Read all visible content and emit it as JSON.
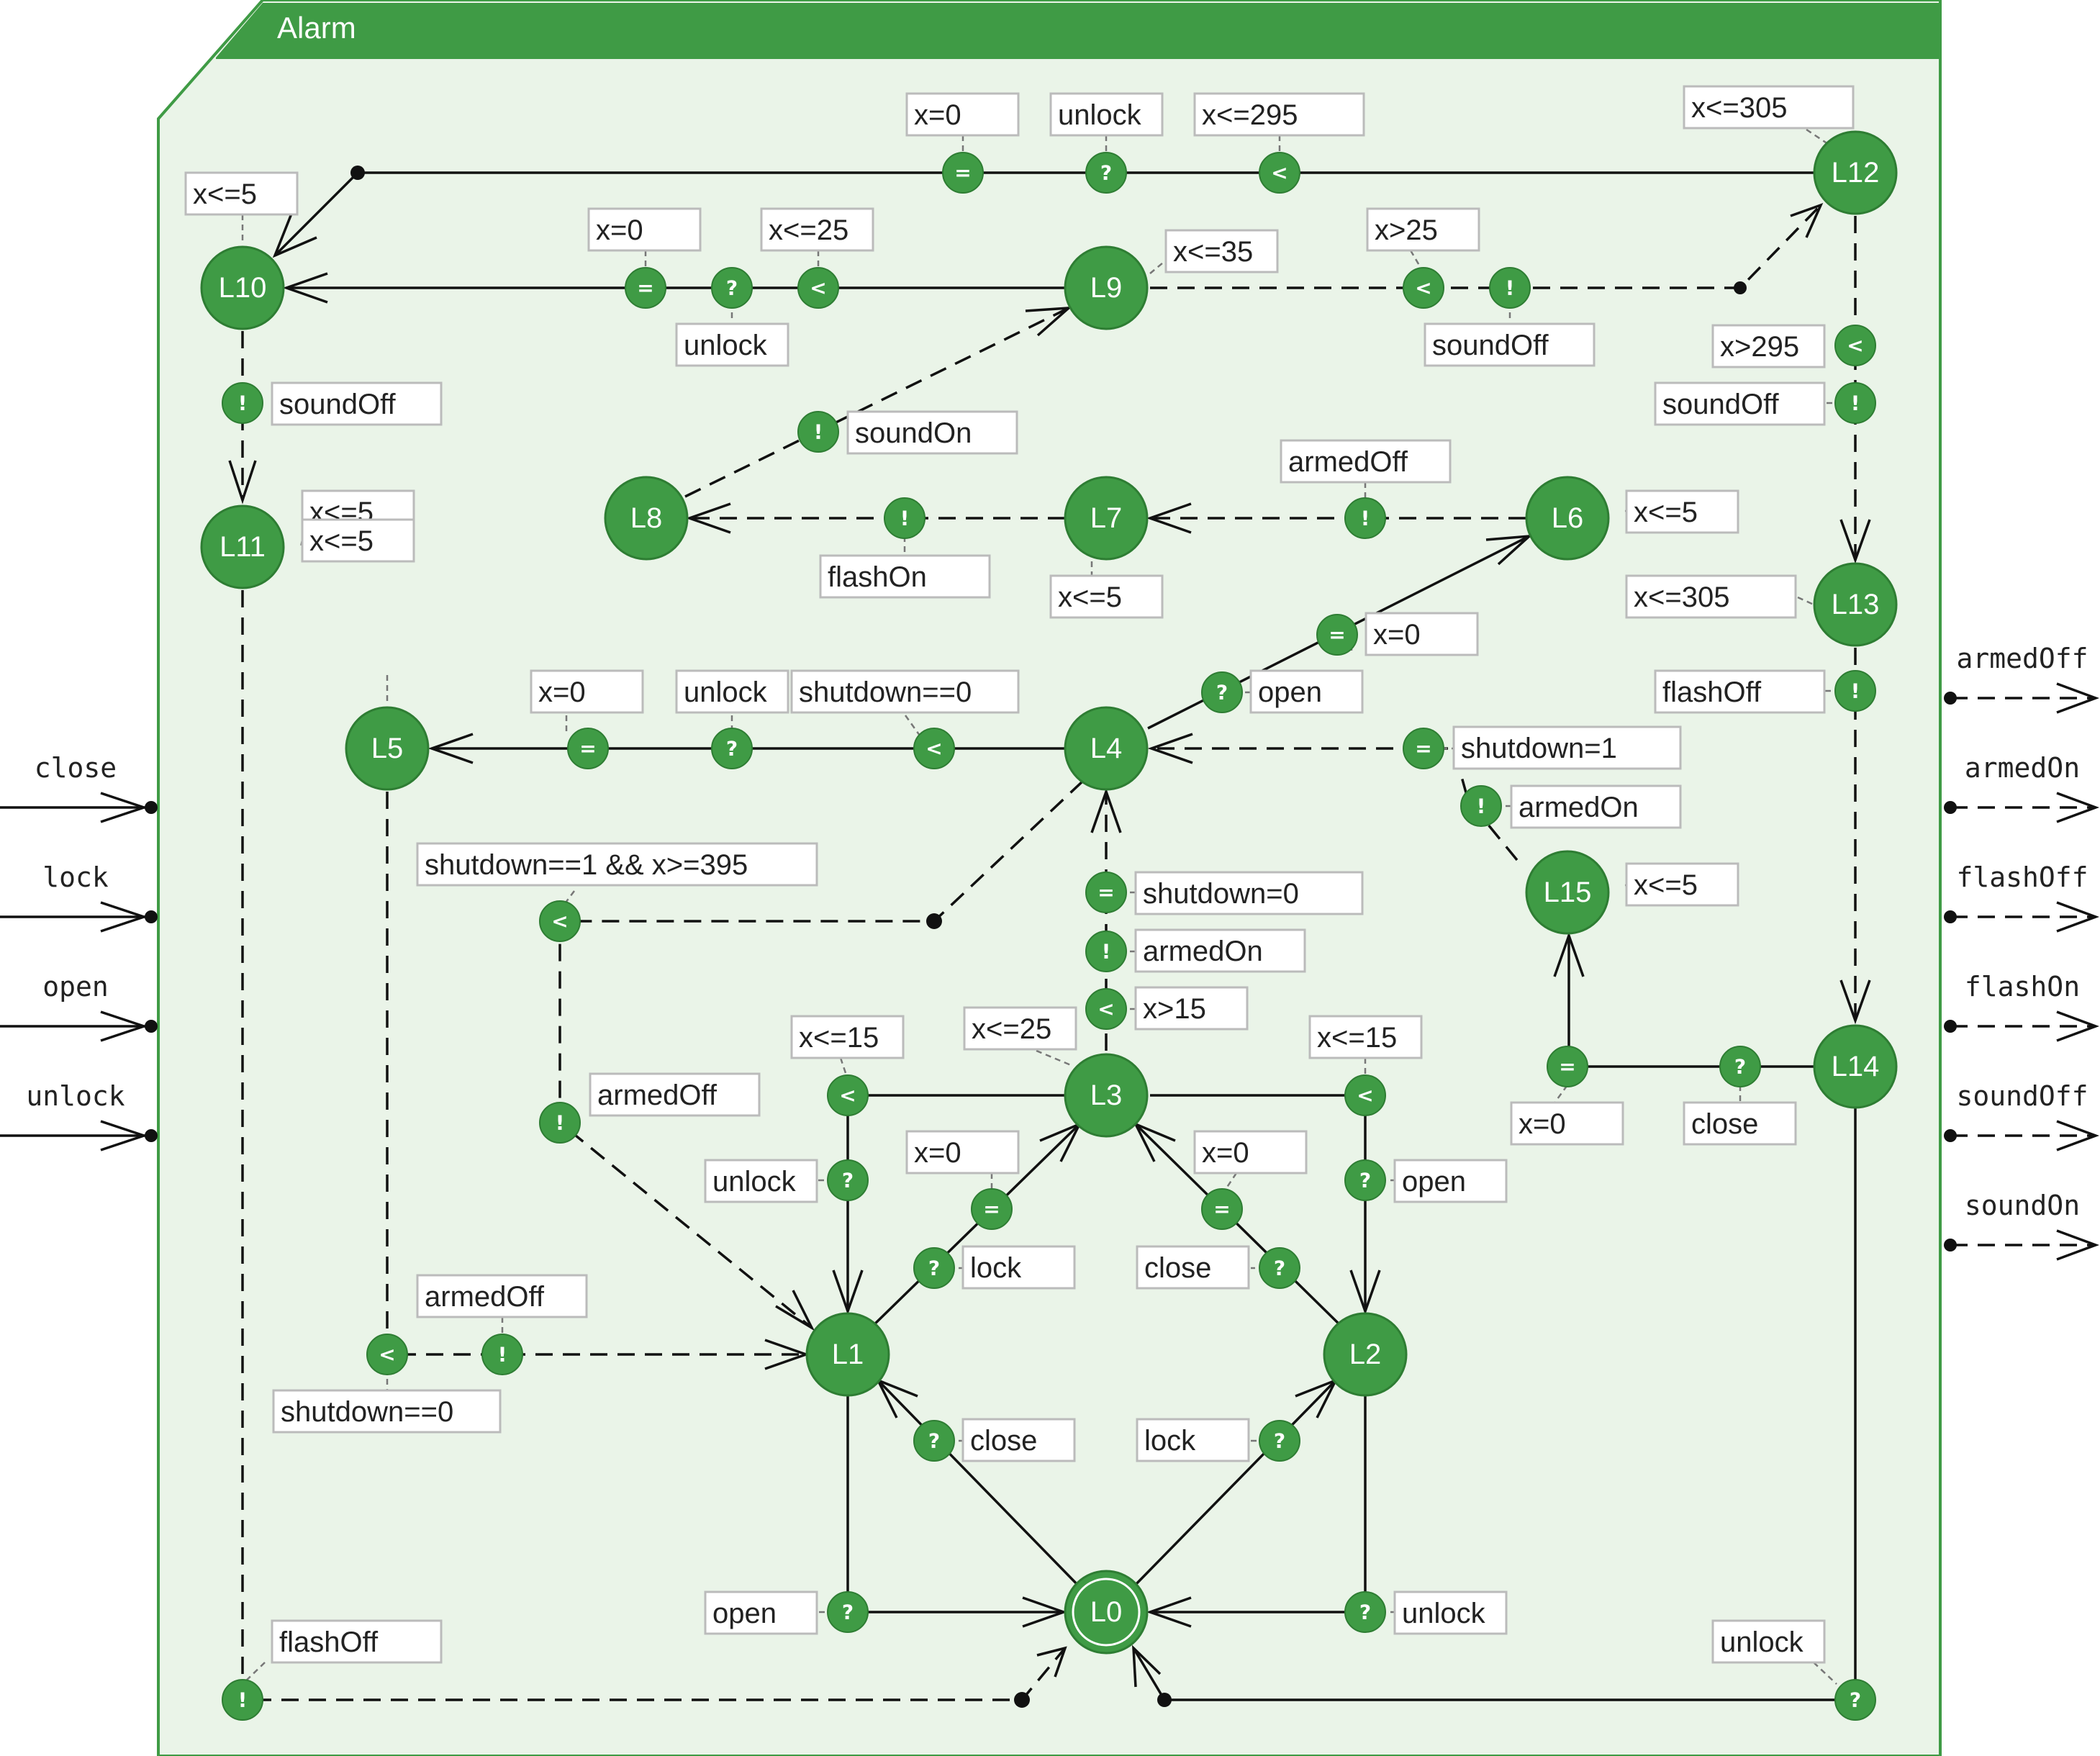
{
  "title": "Alarm",
  "colors": {
    "accent": "#3f9b45",
    "panel": "#eaf4e8",
    "ink": "#111111"
  },
  "nodes": {
    "L0": "L0",
    "L1": "L1",
    "L2": "L2",
    "L3": "L3",
    "L4": "L4",
    "L5": "L5",
    "L6": "L6",
    "L7": "L7",
    "L8": "L8",
    "L9": "L9",
    "L10": "L10",
    "L11": "L11",
    "L12": "L12",
    "L13": "L13",
    "L14": "L14",
    "L15": "L15"
  },
  "markers": {
    "assign": "=",
    "receive": "?",
    "send": "!",
    "guard": "<"
  },
  "labels": {
    "t1": "x=0",
    "t2": "unlock",
    "t3": "x<=295",
    "t4": "x<=305",
    "t5": "x<=5",
    "t6": "x=0",
    "t7": "x<=25",
    "t8": "unlock",
    "t9": "x<=35",
    "t10": "x>25",
    "t11": "soundOff",
    "t12": "x>295",
    "t13": "soundOff",
    "t14": "soundOff",
    "t15": "soundOn",
    "t16": "x<=5",
    "t17": "x<=5",
    "t18": "armedOff",
    "t19": "flashOn",
    "t20": "x<=5",
    "t21": "x<=5",
    "t22": "x<=305",
    "t23": "flashOff",
    "t24": "x=0",
    "t25": "open",
    "t26": "x=0",
    "t27": "unlock",
    "t28": "shutdown==0",
    "t29": "shutdown=1",
    "t30": "armedOn",
    "t31": "x<=5",
    "t32": "shutdown==1 && x>=395",
    "t33": "shutdown=0",
    "t34": "armedOn",
    "t35": "x>15",
    "t36": "x<=25",
    "t37": "x<=15",
    "t38": "x<=15",
    "t39": "armedOff",
    "t40": "unlock",
    "t41": "x=0",
    "t42": "x=0",
    "t43": "open",
    "t44": "lock",
    "t45": "close",
    "t46": "x=0",
    "t47": "close",
    "t48": "armedOff",
    "t49": "shutdown==0",
    "t50": "close",
    "t51": "lock",
    "t52": "open",
    "t53": "unlock",
    "t54": "flashOff",
    "t55": "unlock"
  },
  "inputs": [
    "close",
    "lock",
    "open",
    "unlock"
  ],
  "outputs": [
    "armedOff",
    "armedOn",
    "flashOff",
    "flashOn",
    "soundOff",
    "soundOn"
  ]
}
